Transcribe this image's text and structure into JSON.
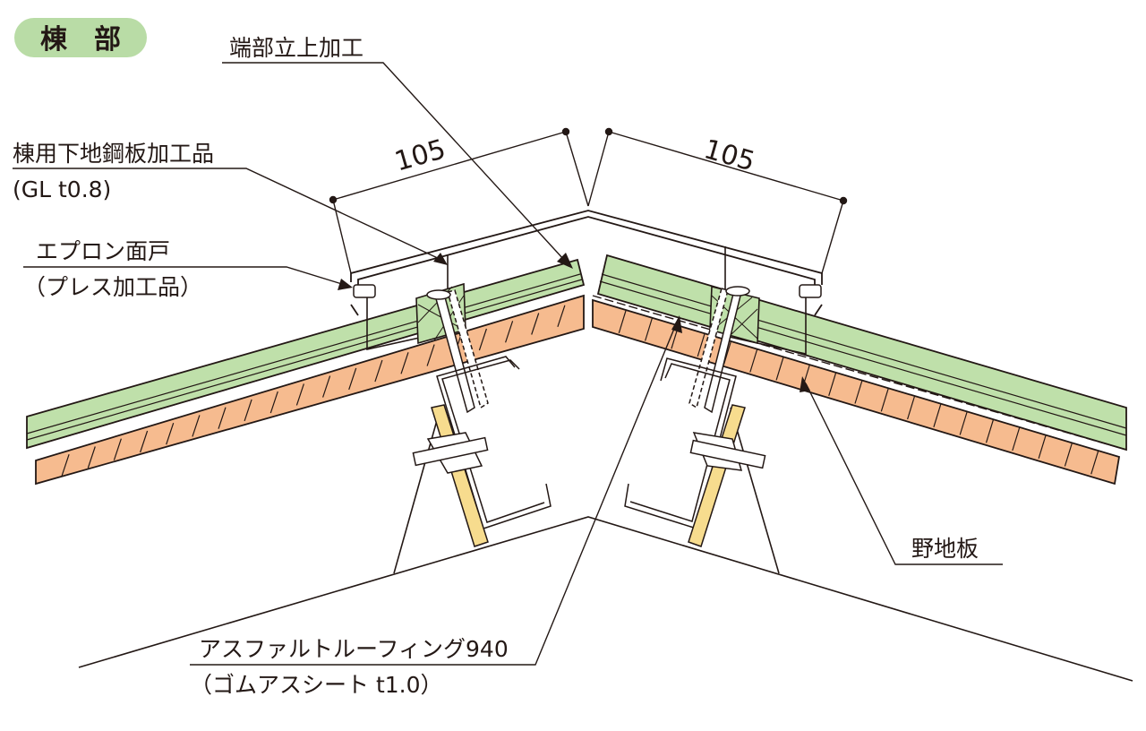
{
  "section_badge": "棟　部",
  "labels": {
    "end_upturn": "端部立上加工",
    "ridge_base_line1": "棟用下地鋼板加工品",
    "ridge_base_line2": "(GL t0.8)",
    "apron_line1": "エプロン面戸",
    "apron_line2": "（プレス加工品）",
    "sheathing": "野地板",
    "roofing_line1": "アスファルトルーフィング940",
    "roofing_line2": "（ゴムアスシート t1.0）"
  },
  "dimensions": {
    "left": "105",
    "right": "105"
  },
  "colors": {
    "badge_fill": "#b9dca6",
    "insulation_green": "#bfe0aa",
    "sheathing_orange": "#f6bb8f",
    "post_yellow": "#f7dc8e",
    "line": "#231815"
  }
}
